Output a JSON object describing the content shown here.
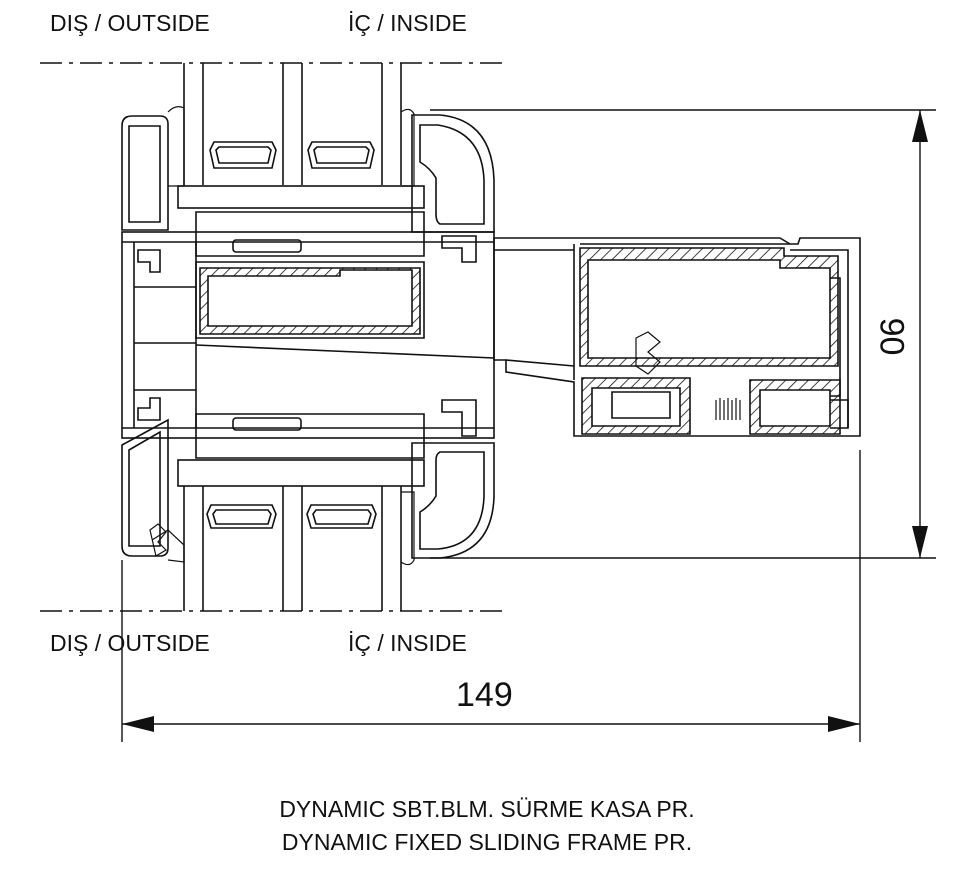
{
  "labels": {
    "top_outside": "DIŞ / OUTSIDE",
    "top_inside": "İÇ / INSIDE",
    "bottom_outside": "DIŞ / OUTSIDE",
    "bottom_inside": "İÇ / INSIDE"
  },
  "dimensions": {
    "height": "90",
    "width": "149"
  },
  "caption": {
    "line1": "DYNAMIC SBT.BLM. SÜRME KASA PR.",
    "line2": "DYNAMIC FIXED SLIDING FRAME PR."
  },
  "colors": {
    "line": "#111111",
    "hatch": "#111111",
    "background": "#ffffff"
  }
}
